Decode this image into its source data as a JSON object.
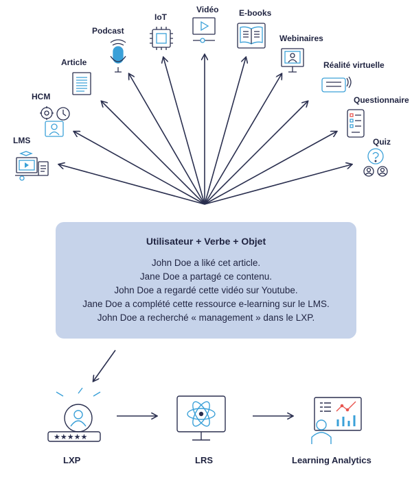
{
  "sources": [
    {
      "key": "lms",
      "label": "LMS",
      "icon": "lms-icon"
    },
    {
      "key": "hcm",
      "label": "HCM",
      "icon": "hcm-icon"
    },
    {
      "key": "article",
      "label": "Article",
      "icon": "article-icon"
    },
    {
      "key": "podcast",
      "label": "Podcast",
      "icon": "podcast-icon"
    },
    {
      "key": "iot",
      "label": "IoT",
      "icon": "iot-chip-icon"
    },
    {
      "key": "video",
      "label": "Vidéo",
      "icon": "video-icon"
    },
    {
      "key": "ebooks",
      "label": "E-books",
      "icon": "ebook-icon"
    },
    {
      "key": "webinaires",
      "label": "Webinaires",
      "icon": "webinar-icon"
    },
    {
      "key": "vr",
      "label": "Réalité virtuelle",
      "icon": "vr-headset-icon"
    },
    {
      "key": "questionnaire",
      "label": "Questionnaire",
      "icon": "questionnaire-icon"
    },
    {
      "key": "quiz",
      "label": "Quiz",
      "icon": "quiz-icon"
    }
  ],
  "statement_box": {
    "title": "Utilisateur + Verbe + Objet",
    "lines": [
      "John Doe a liké cet article.",
      "Jane Doe a partagé ce contenu.",
      "John Doe a regardé cette vidéo sur Youtube.",
      "Jane Doe a complété cette ressource e-learning sur le LMS.",
      "John Doe a recherché « management » dans le LXP."
    ]
  },
  "pipeline": [
    {
      "key": "lxp",
      "label": "LXP",
      "icon": "lxp-user-rating-icon"
    },
    {
      "key": "lrs",
      "label": "LRS",
      "icon": "lrs-monitor-icon"
    },
    {
      "key": "analytics",
      "label": "Learning Analytics",
      "icon": "analytics-presenter-icon"
    }
  ],
  "colors": {
    "line": "#2a2f4f",
    "accent": "#3aa0d8",
    "box": "#c6d3ea",
    "text": "#1f2340",
    "highlight": "#e8544e"
  }
}
